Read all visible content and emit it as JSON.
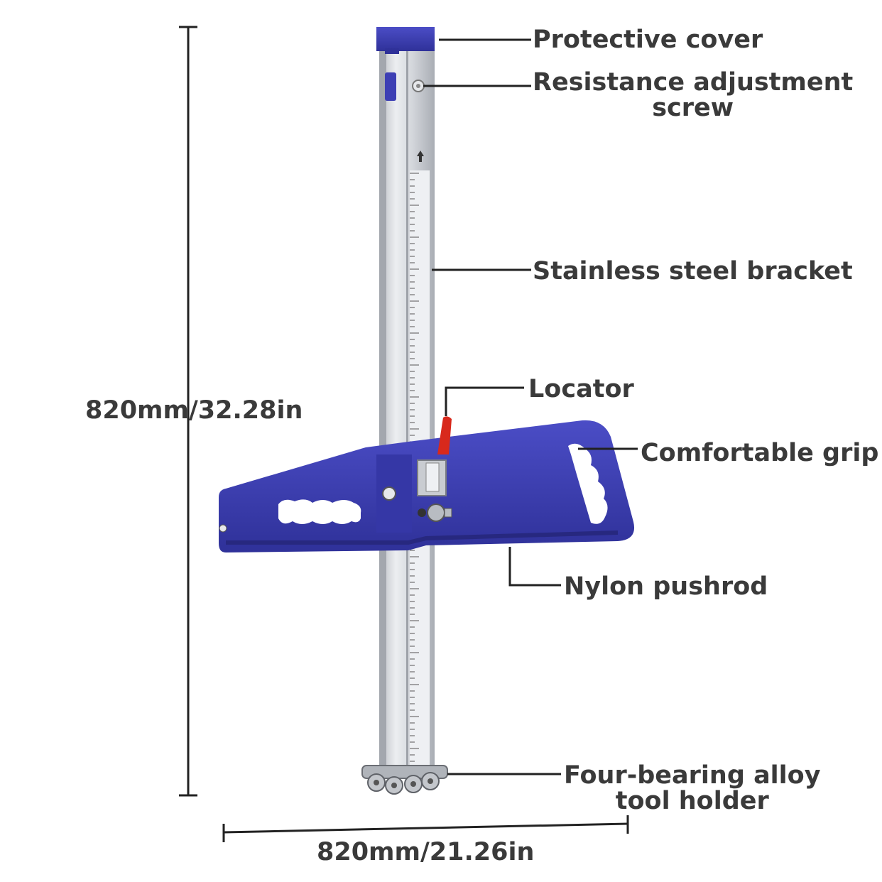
{
  "colors": {
    "accent_blue": "#3d3fb4",
    "steel": "#d6d8dc",
    "label_text": "#3a3a3a",
    "callout_line": "#222222",
    "locator_red": "#d8291c"
  },
  "dimensions": {
    "height": "820mm/32.28in",
    "width": "820mm/21.26in"
  },
  "callouts": {
    "protective_cover": "Protective cover",
    "resistance_screw_line1": "Resistance adjustment",
    "resistance_screw_line2": "screw",
    "stainless_bracket": "Stainless steel bracket",
    "locator": "Locator",
    "comfortable_grip": "Comfortable grip",
    "nylon_pushrod": "Nylon pushrod",
    "tool_holder_line1": "Four-bearing alloy",
    "tool_holder_line2": "tool holder"
  }
}
